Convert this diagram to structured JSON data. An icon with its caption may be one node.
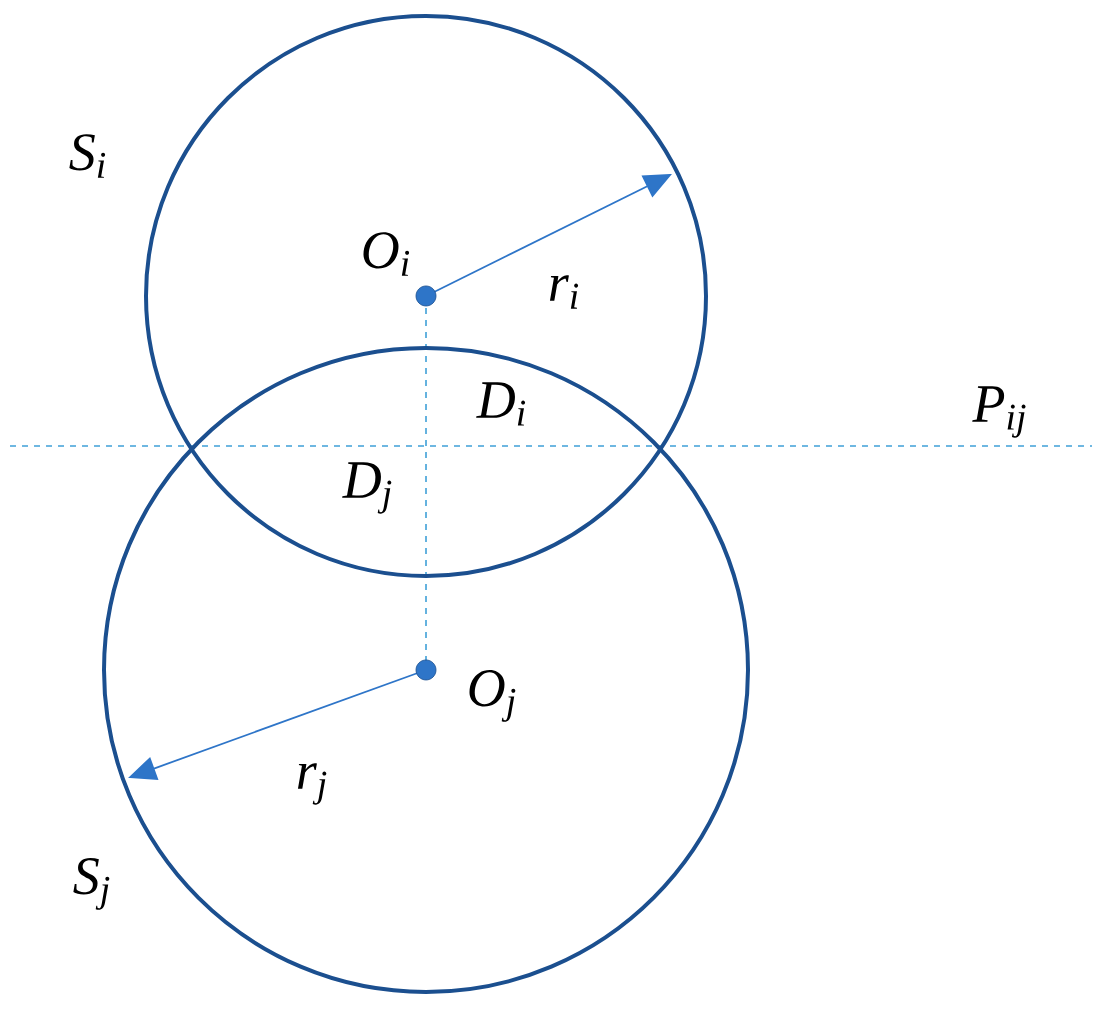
{
  "diagram": {
    "labels": [
      "S$_{i}$",
      "O$_{i}$",
      "r$_{i}$",
      "D$_{i}$",
      "P$_{ij}$",
      "D$_{j}$",
      "O$_{j}$",
      "r$_{j}$",
      "S$_{j}$"
    ]
  }
}
